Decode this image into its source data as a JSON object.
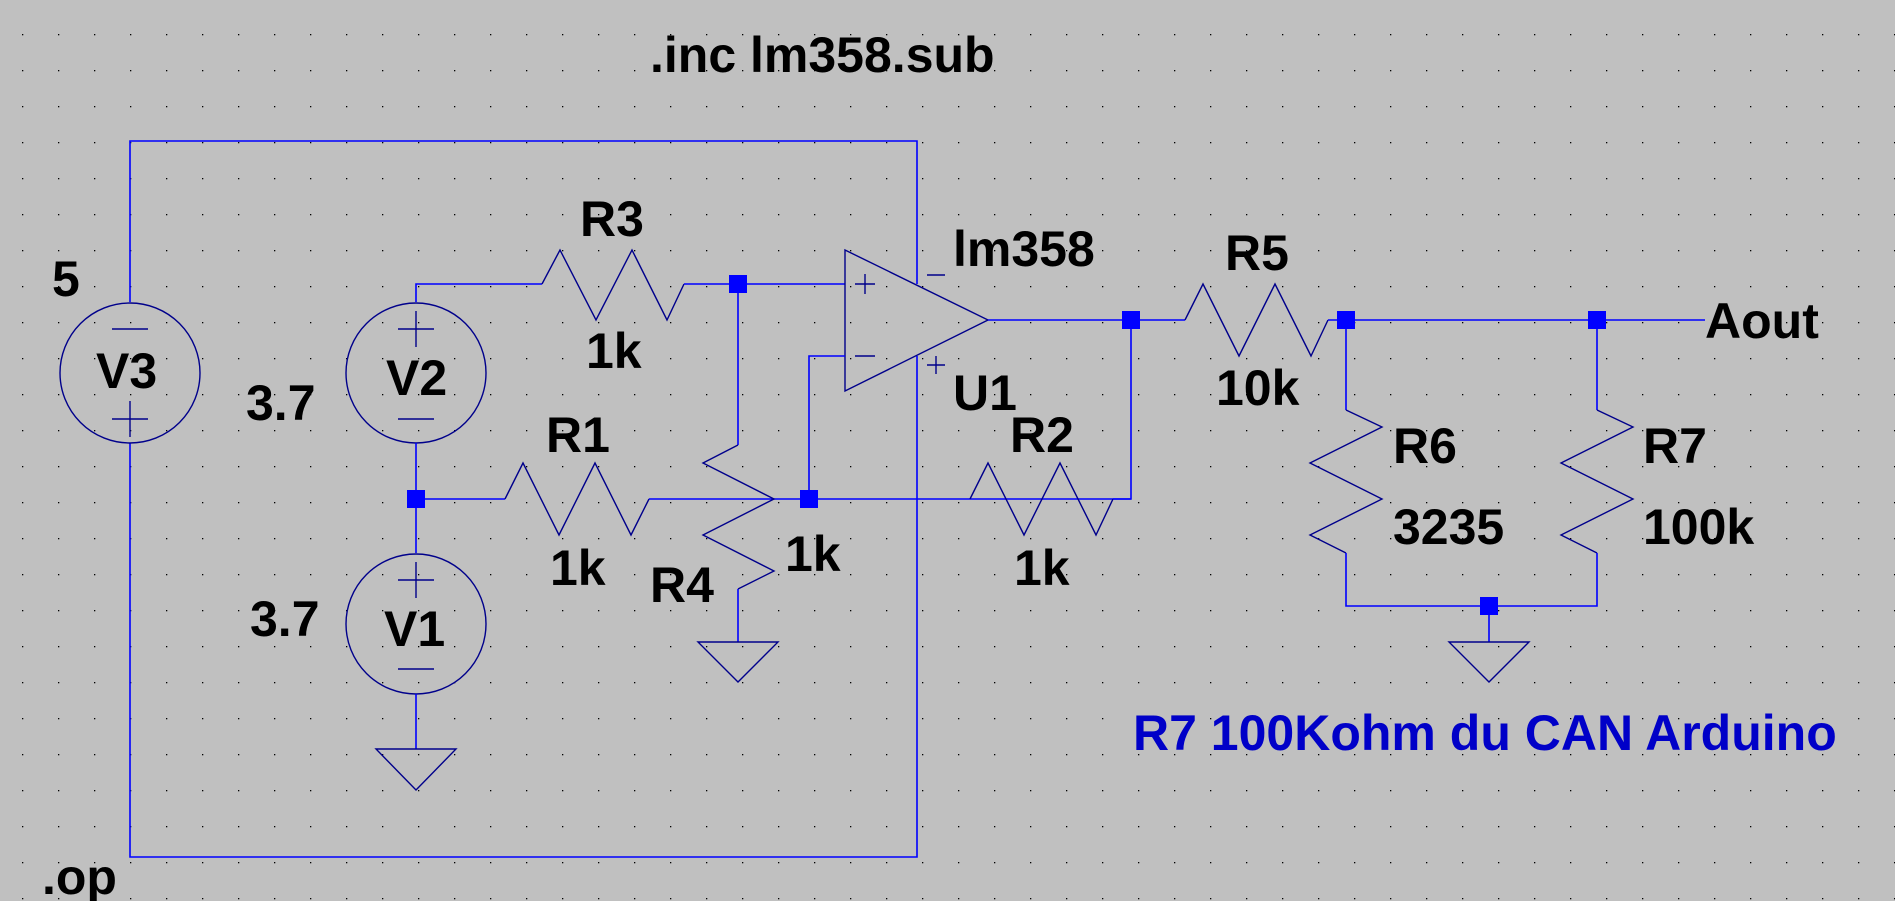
{
  "app": "LTspice schematic editor",
  "directives": {
    "include": ".inc lm358.sub",
    "analysis": ".op"
  },
  "components": {
    "V3": {
      "name": "V3",
      "value": "5"
    },
    "V2": {
      "name": "V2",
      "value": "3.7"
    },
    "V1": {
      "name": "V1",
      "value": "3.7"
    },
    "R1": {
      "name": "R1",
      "value": "1k"
    },
    "R2": {
      "name": "R2",
      "value": "1k"
    },
    "R3": {
      "name": "R3",
      "value": "1k"
    },
    "R4": {
      "name": "R4",
      "value": "1k"
    },
    "R5": {
      "name": "R5",
      "value": "10k"
    },
    "R6": {
      "name": "R6",
      "value": "3235"
    },
    "R7": {
      "name": "R7",
      "value": "100k"
    },
    "U1": {
      "name": "U1",
      "model": "lm358"
    }
  },
  "net_labels": {
    "output": "Aout"
  },
  "comment": "R7 100Kohm du CAN Arduino",
  "colors": {
    "background": "#c0c0c0",
    "wire": "#0000ff",
    "symbol": "#00008b",
    "comment": "#0000c8",
    "text": "#000000"
  },
  "symbols": {
    "plus": "+",
    "minus": "−"
  }
}
